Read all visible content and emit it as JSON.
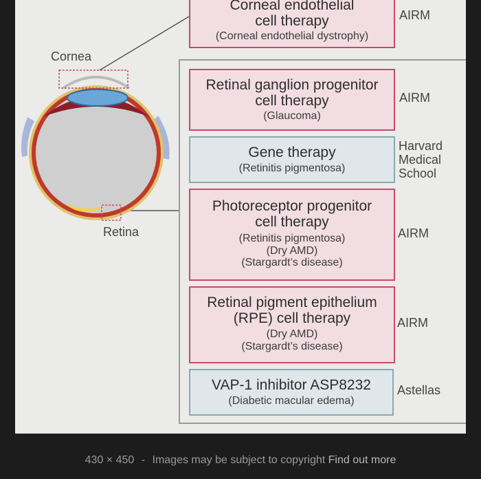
{
  "labels": {
    "cornea": "Cornea",
    "retina": "Retina"
  },
  "therapies": [
    {
      "title_lines": [
        "Corneal endothelial",
        "cell therapy"
      ],
      "sub_lines": [
        "(Corneal endothelial dystrophy)"
      ],
      "org": [
        "AIRM"
      ]
    },
    {
      "title_lines": [
        "Retinal ganglion progenitor",
        "cell therapy"
      ],
      "sub_lines": [
        "(Glaucoma)"
      ],
      "org": [
        "AIRM"
      ]
    },
    {
      "title_lines": [
        "Gene therapy"
      ],
      "sub_lines": [
        "(Retinitis pigmentosa)"
      ],
      "org": [
        "Harvard",
        "Medical",
        "School"
      ]
    },
    {
      "title_lines": [
        "Photoreceptor progenitor",
        "cell therapy"
      ],
      "sub_lines": [
        "(Retinitis pigmentosa)",
        "(Dry AMD)",
        "(Stargardt’s disease)"
      ],
      "org": [
        "AIRM"
      ]
    },
    {
      "title_lines": [
        "Retinal pigment epithelium",
        "(RPE) cell therapy"
      ],
      "sub_lines": [
        "(Dry AMD)",
        "(Stargardt’s disease)"
      ],
      "org": [
        "AIRM"
      ]
    },
    {
      "title_lines": [
        "VAP-1 inhibitor ASP8232"
      ],
      "sub_lines": [
        "(Diabetic macular edema)"
      ],
      "org": [
        "Astellas"
      ]
    }
  ],
  "footer": {
    "dimensions": "430 × 450",
    "sep": "-",
    "notice": "Images may be subject to copyright",
    "link": "Find out more"
  },
  "colors": {
    "pink_border": "#c84a6a",
    "pink_fill": "#f2dde3",
    "blue_border": "#8aa8b2",
    "blue_fill": "#dfe7ea"
  }
}
